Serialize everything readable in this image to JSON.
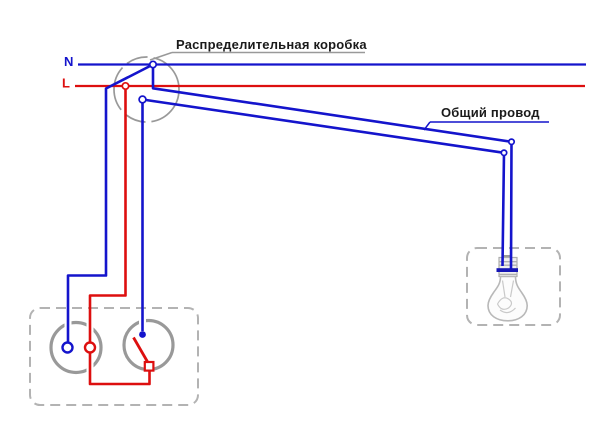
{
  "labels": {
    "neutral": "N",
    "line": "L",
    "junction_box": "Распределительная коробка",
    "common_wire": "Общий провод"
  },
  "colors": {
    "wire_blue": "#1414cc",
    "wire_red": "#dd0f0f",
    "outline_gray": "#999999",
    "dashed_gray": "#b3b3b3",
    "leader_gray": "#999999",
    "label_black": "#1a1a1a",
    "cap_band_blue": "#1515b5",
    "bulb_stroke": "#b8b8b8"
  },
  "icons": {
    "junction_box": "distribution-box-circle-icon",
    "socket": "socket-outlet-icon",
    "switch": "switch-icon",
    "lamp": "light-bulb-icon"
  }
}
